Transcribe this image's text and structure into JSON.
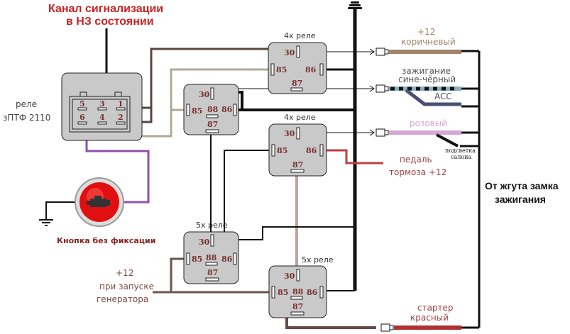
{
  "title": {
    "line1": "Канал  сигнализации",
    "line2": "в НЗ состоянии"
  },
  "ptf_relay": {
    "label_line1": "реле",
    "label_line2": "зПТФ 2110",
    "pins": [
      "5",
      "3",
      "1",
      "6",
      "4",
      "2"
    ]
  },
  "relays": [
    {
      "id": "relay-top-right",
      "label": "4х реле",
      "pins": {
        "p30": "30",
        "p85": "85",
        "p86": "86",
        "p87": "87"
      }
    },
    {
      "id": "relay-middle-left",
      "label": "",
      "pins": {
        "p30": "30",
        "p85": "85",
        "p88": "88",
        "p86": "86",
        "p87": "87"
      }
    },
    {
      "id": "relay-middle-right",
      "label": "4х реле",
      "pins": {
        "p30": "30",
        "p85": "85",
        "p86": "86",
        "p87": "87"
      }
    },
    {
      "id": "relay-bottom-left",
      "label": "5х реле",
      "pins": {
        "p30": "30",
        "p85": "85",
        "p88": "88",
        "p86": "86",
        "p87": "87"
      }
    },
    {
      "id": "relay-bottom-right",
      "label": "5х реле",
      "pins": {
        "p30": "30",
        "p85": "85",
        "p88": "88",
        "p86": "86",
        "p87": "87"
      }
    }
  ],
  "button": {
    "label": "Кнопка без фиксации",
    "icon": "check-engine-icon",
    "color": "#e01010"
  },
  "wires": {
    "plus12": "+12",
    "brown": "коричневый",
    "ignition": "зажигание",
    "blue_black": "сине-чёрный",
    "acc": "ACC",
    "pink": "розовый",
    "cabin_light_line1": "подсветка",
    "cabin_light_line2": "салона",
    "brake_line1": "педаль",
    "brake_line2": "тормоза +12",
    "gen_line1": "+12",
    "gen_line2": "при запуске",
    "gen_line3": "генератора",
    "starter": "стартер",
    "red": "красный"
  },
  "harness": {
    "line1": "От жгута замка",
    "line2": "зажигания"
  },
  "colors": {
    "brown": "#a08468",
    "dark_brown": "#5a4440",
    "tan": "#b0a898",
    "purple": "#9050b0",
    "pink": "#d4a6d4",
    "blue_black": "#5a7a8a",
    "acc": "#4a5070",
    "brake_red": "#c04040",
    "starter_red": "#b03030",
    "relay_fill": "#c9c9c9"
  }
}
